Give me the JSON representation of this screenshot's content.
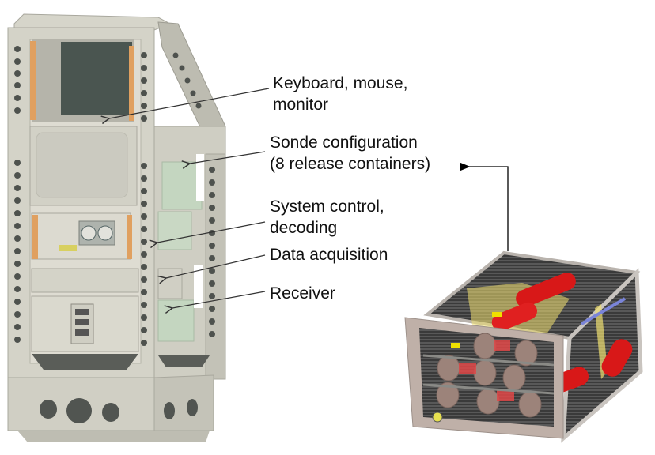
{
  "callouts": [
    {
      "id": "keyboard",
      "lines": [
        "Keyboard, mouse,",
        "monitor"
      ]
    },
    {
      "id": "sonde",
      "lines": [
        "Sonde configuration",
        "(8 release containers)"
      ]
    },
    {
      "id": "system-control",
      "lines": [
        "System control,",
        "decoding"
      ]
    },
    {
      "id": "data-acquisition",
      "lines": [
        "Data acquisition"
      ]
    },
    {
      "id": "receiver",
      "lines": [
        "Receiver"
      ]
    }
  ],
  "colors": {
    "frame": "#c9c8bd",
    "frame_dark": "#9e9d93",
    "panel_green": "#c4d6c0",
    "rail_orange": "#e0a060",
    "monitor": "#4a5550",
    "canister_red": "#d81818",
    "plate_yellow": "#f0e070",
    "container_frame": "#b9aaa2",
    "arrow": "#000000"
  },
  "figure": {
    "left_object": "rack",
    "right_object": "sonde-release-container"
  }
}
